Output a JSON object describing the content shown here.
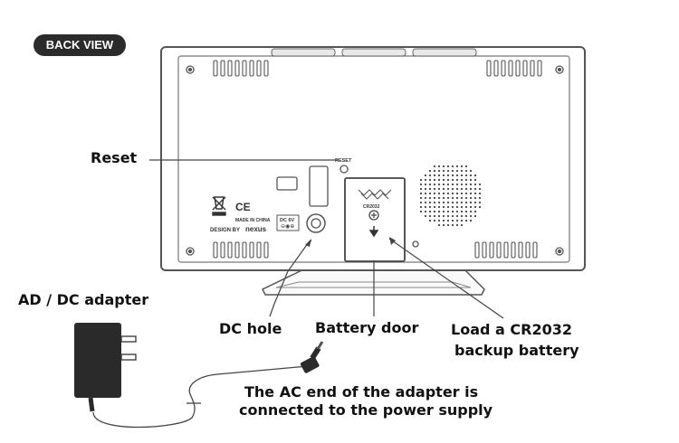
{
  "badge": "BACK VIEW",
  "labels": {
    "reset": "Reset",
    "adapter": "AD / DC adapter",
    "dc_hole": "DC hole",
    "battery_door": "Battery door",
    "load_line1": "Load a CR2032",
    "load_line2": "backup battery",
    "ac_line1": "The AC end of the adapter is",
    "ac_line2": "connected to the power supply"
  },
  "device_markings": {
    "reset": "RESET",
    "made_in": "MADE IN CHINA",
    "design_by": "DESIGN BY",
    "brand": "nexus",
    "ce": "CE",
    "dc": "DC 6V",
    "battery_type": "CR2032"
  },
  "colors": {
    "line": "#444444",
    "badge": "#2b2b2b",
    "text": "#111111"
  }
}
